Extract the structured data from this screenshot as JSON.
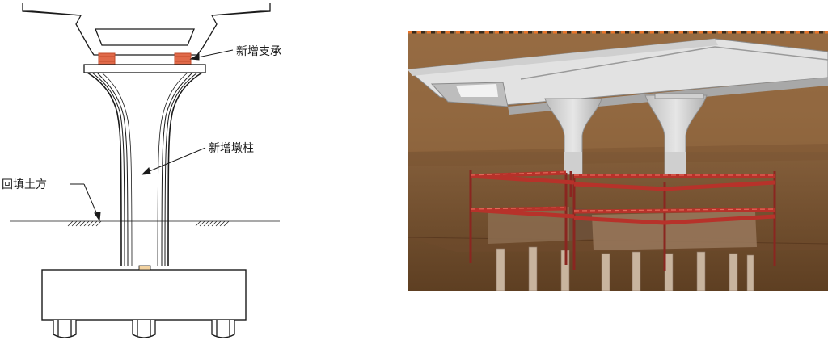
{
  "labels": {
    "new_bearing": "新增支承",
    "new_pier": "新增墩柱",
    "backfill": "回填土方"
  },
  "colors": {
    "line": "#1a1a1a",
    "bearing": "#e06a4a",
    "bearing_dark": "#c24a2a",
    "scaffold": "#b7322a",
    "scaffold_dark": "#8a2620",
    "soil_top": "#8c6540",
    "soil_bottom": "#5e3f22",
    "concrete": "#d6d6d6",
    "sky_stripe": "#e8742a"
  }
}
